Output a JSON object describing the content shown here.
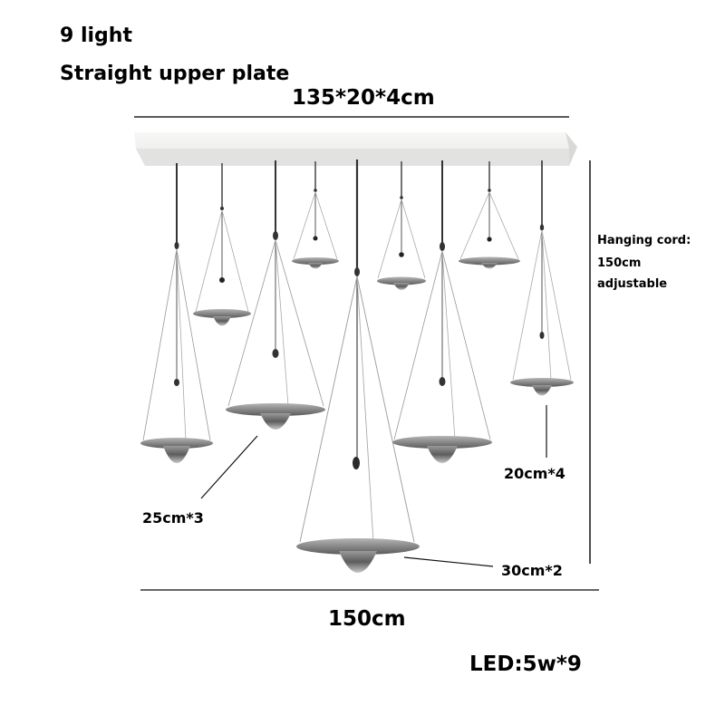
{
  "header": {
    "title": "9  light",
    "subtitle": "Straight upper plate"
  },
  "dimensions": {
    "canopy": "135*20*4cm",
    "overall_width": "150cm",
    "hanging_cord": [
      "Hanging cord:",
      "150cm",
      "adjustable"
    ]
  },
  "shade_labels": {
    "small": "20cm*4",
    "medium": "25cm*3",
    "large": "30cm*2"
  },
  "specs": {
    "led": "LED:5w*9"
  },
  "colors": {
    "text": "#000000",
    "canopy": "#efefee",
    "cord": "#333333",
    "glass": "#6f6f6f"
  }
}
